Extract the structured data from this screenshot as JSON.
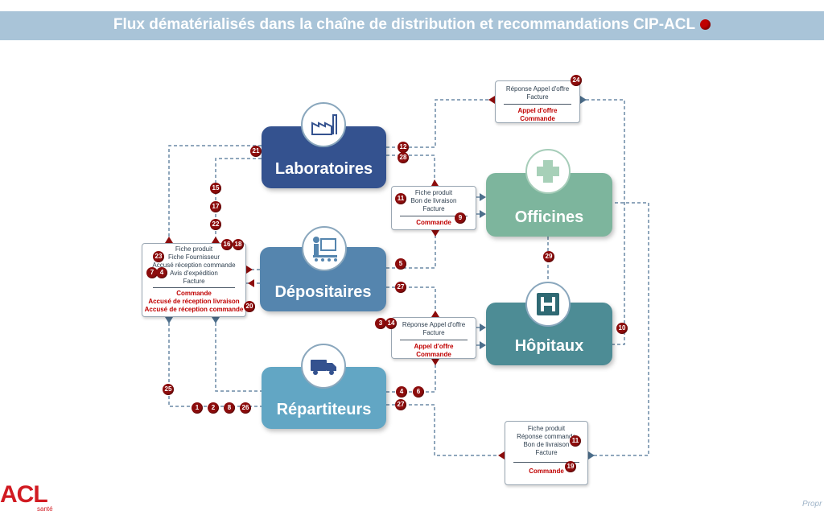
{
  "title": "Flux dématérialisés dans la chaîne de distribution et recommandations CIP-ACL",
  "colors": {
    "laboratoires": "#34528f",
    "officines": "#7db59d",
    "depositaires": "#5585ae",
    "hopitaux": "#4d8c95",
    "repartiteurs": "#62a6c4",
    "badge": "#8c0c0c",
    "line": "#6b8aa6"
  },
  "nodes": {
    "laboratoires": {
      "label": "Laboratoires",
      "icon": "factory-icon"
    },
    "officines": {
      "label": "Officines",
      "icon": "cross-icon"
    },
    "depositaires": {
      "label": "Dépositaires",
      "icon": "warehouse-worker-icon"
    },
    "hopitaux": {
      "label": "Hôpitaux",
      "icon": "hospital-h-icon"
    },
    "repartiteurs": {
      "label": "Répartiteurs",
      "icon": "delivery-truck-icon"
    }
  },
  "docs": {
    "top": {
      "top_lines": [
        "Réponse Appel d'offre",
        "Facture"
      ],
      "bottom_lines": [
        "Appel d'offre",
        "Commande"
      ]
    },
    "officines": {
      "top_lines": [
        "Fiche produit",
        "Bon de livraison",
        "Facture"
      ],
      "bottom_lines": [
        "Commande"
      ]
    },
    "left": {
      "top_lines": [
        "Fiche produit",
        "Fiche Fournisseur",
        "Accusé réception commande",
        "Avis d'expédition",
        "Facture"
      ],
      "bottom_lines": [
        "Commande",
        "Accusé de réception livraison",
        "Accusé de réception commande"
      ]
    },
    "hopitaux": {
      "top_lines": [
        "Réponse Appel d'offre",
        "Facture"
      ],
      "bottom_lines": [
        "Appel d'offre",
        "Commande"
      ]
    },
    "bottom": {
      "top_lines": [
        "Fiche produit",
        "Réponse commande",
        "Bon de livraison",
        "Facture"
      ],
      "bottom_lines": [
        "Commande"
      ]
    }
  },
  "badges": [
    "24",
    "21",
    "12",
    "28",
    "15",
    "17",
    "22",
    "11",
    "9",
    "16",
    "18",
    "23",
    "7",
    "4",
    "5",
    "20",
    "27",
    "29",
    "3",
    "14",
    "10",
    "25",
    "4",
    "6",
    "27",
    "1",
    "2",
    "8",
    "26",
    "11",
    "19"
  ],
  "logo": {
    "name": "ACL",
    "sub": "santé"
  },
  "corner_text": "Propr"
}
